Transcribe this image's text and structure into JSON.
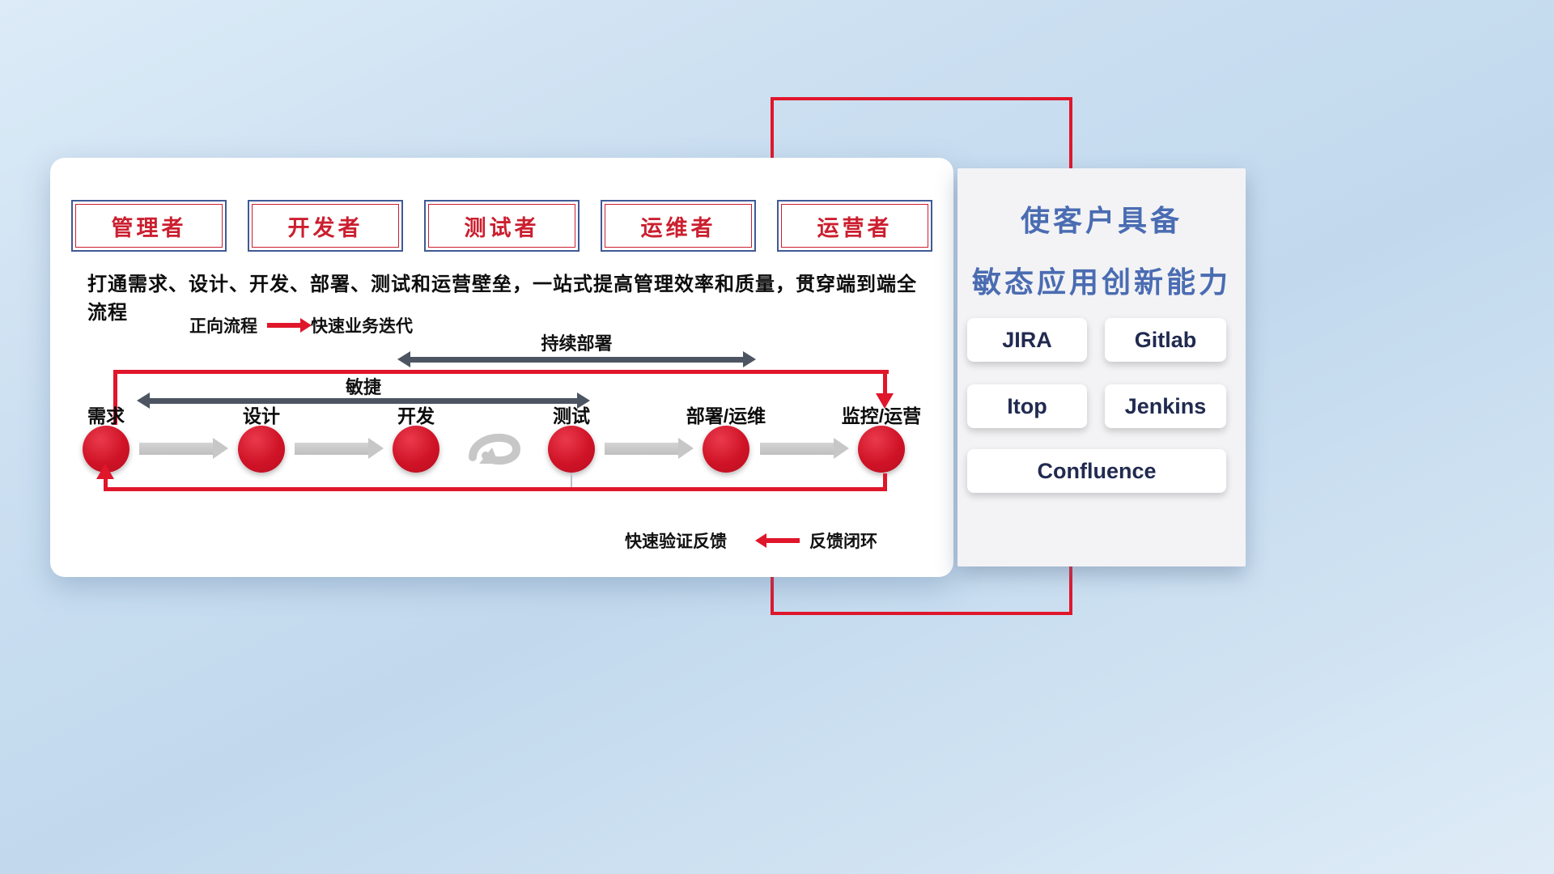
{
  "roles": [
    {
      "label": "管理者"
    },
    {
      "label": "开发者"
    },
    {
      "label": "测试者"
    },
    {
      "label": "运维者"
    },
    {
      "label": "运营者"
    }
  ],
  "subtitle": "打通需求、设计、开发、部署、测试和运营壁垒，一站式提高管理效率和质量，贯穿端到端全流程",
  "legend_forward": {
    "label": "正向流程",
    "value": "快速业务迭代"
  },
  "legend_feedback": {
    "label": "快速验证反馈",
    "value": "反馈闭环"
  },
  "flow": {
    "continuous_deploy_label": "持续部署",
    "agile_label": "敏捷",
    "stages": [
      {
        "label": "需求"
      },
      {
        "label": "设计"
      },
      {
        "label": "开发"
      },
      {
        "label": "测试"
      },
      {
        "label": "部署/运维"
      },
      {
        "label": "监控/运营"
      }
    ]
  },
  "side_panel": {
    "title_line1": "使客户具备",
    "title_line2": "敏态应用创新能力",
    "tools": [
      "JIRA",
      "Gitlab",
      "Itop",
      "Jenkins",
      "Confluence"
    ]
  },
  "colors": {
    "accent_red": "#e0162b",
    "title_blue": "#4a6cb2",
    "dark_arrow": "#4d5562",
    "light_arrow": "#c7c7c7"
  }
}
